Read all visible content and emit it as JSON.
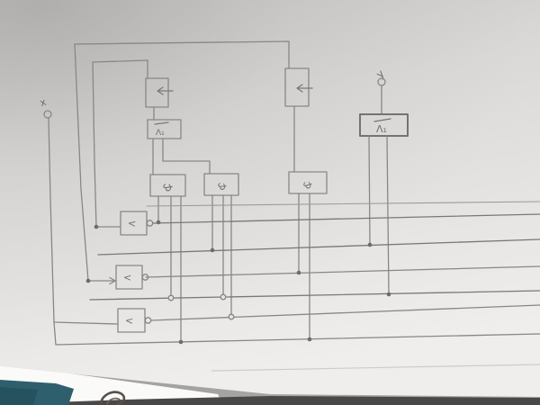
{
  "labels": {
    "input_terminal": "x",
    "output_terminal": "y",
    "lambda_box": "Λ₁",
    "and_gate": "&",
    "not_gate": "<"
  },
  "colors": {
    "pencil": "#8a8683",
    "pencil_dark": "#6f6b68",
    "pencil_light": "#9c9996",
    "paper_edge": "#fafaf8",
    "teal_object": "#2e5f6d",
    "teal_object_dark": "#224c59",
    "shadow_strip": "#4a4846",
    "paperclip": "#57504a"
  }
}
